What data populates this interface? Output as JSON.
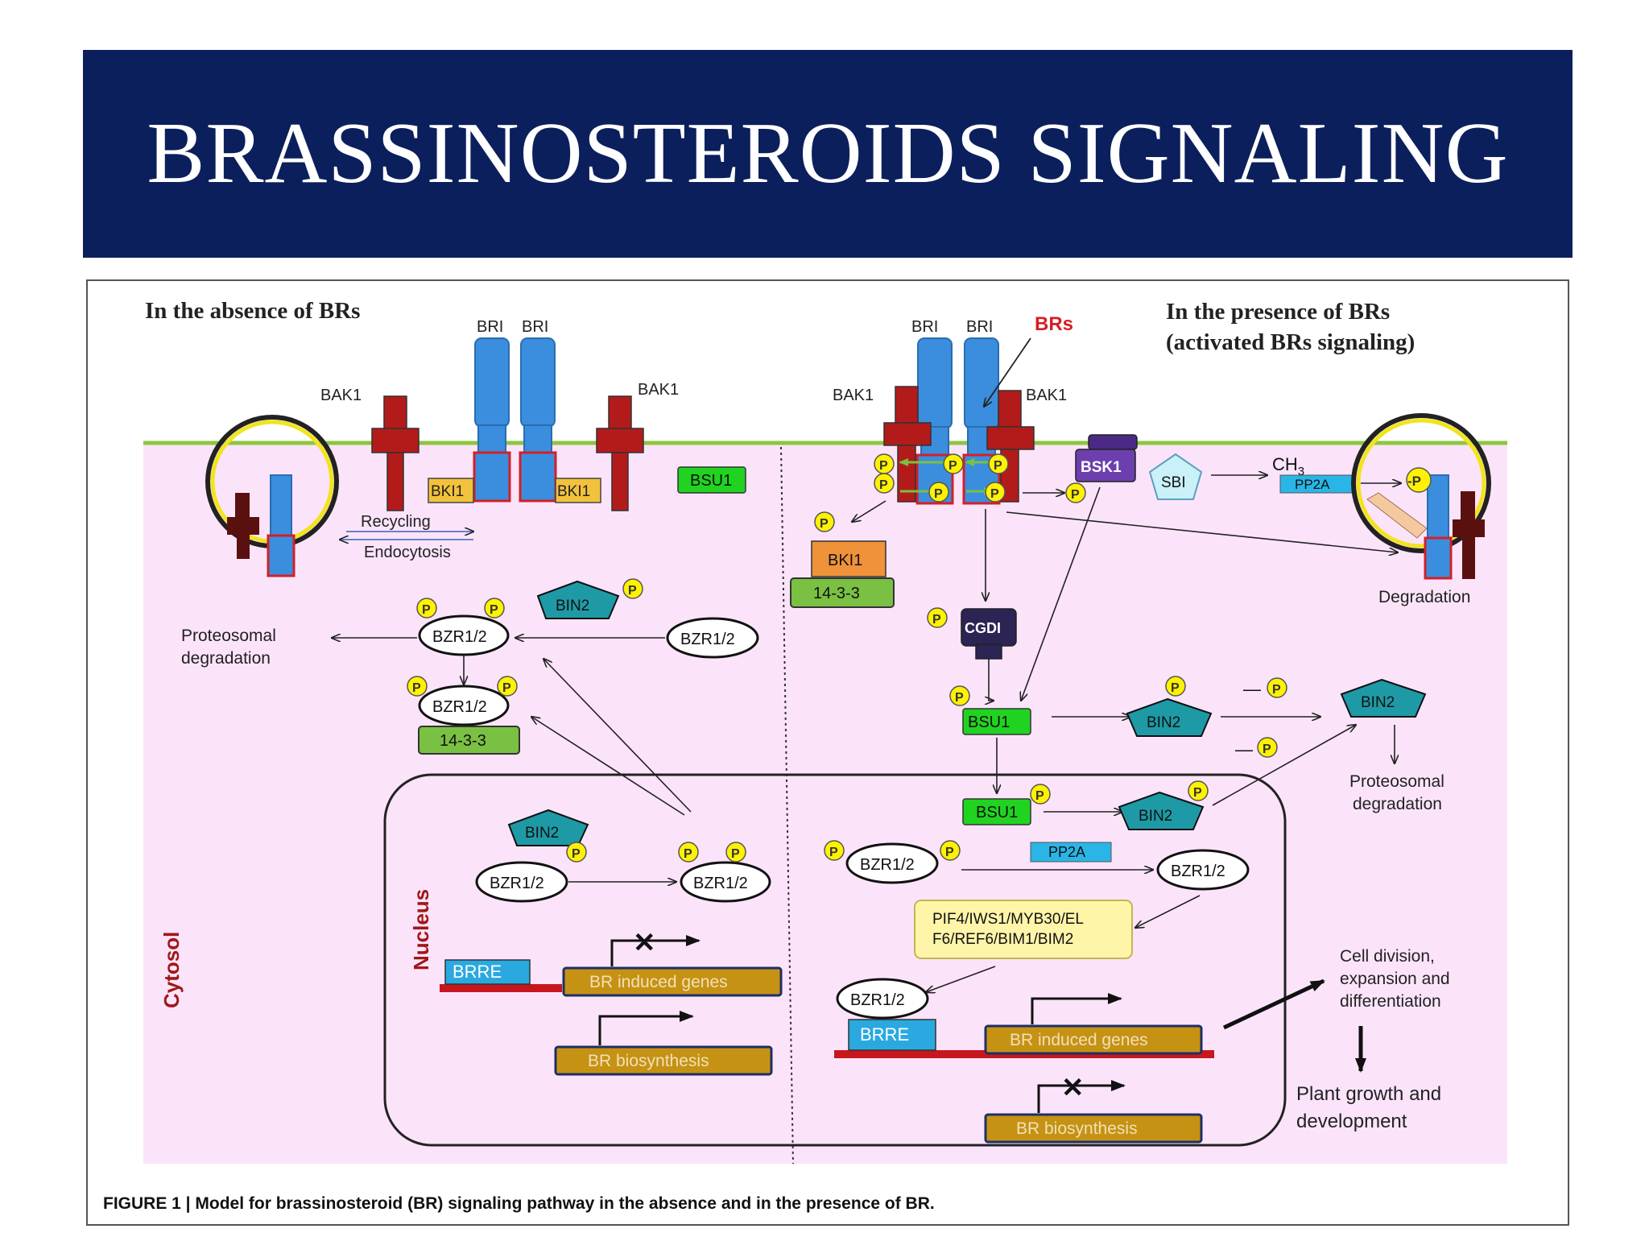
{
  "slide": {
    "title": "BRASSINOSTEROIDS SIGNALING"
  },
  "figure": {
    "caption": "FIGURE 1 | Model for brassinosteroid (BR) signaling pathway in the absence and in the presence of BR.",
    "left": {
      "heading": "In the absence of BRs",
      "bri_label": "BRI",
      "bak1_label": "BAK1",
      "bki1_label": "BKI1",
      "bsu1_label": "BSU1",
      "recycling": "Recycling",
      "endocytosis": "Endocytosis",
      "bin2": "BIN2",
      "bzr": "BZR1/2",
      "p": "P",
      "fourteen33": "14-3-3",
      "proteosomal_1": "Proteosomal",
      "proteosomal_2": "degradation",
      "nucleus": "Nucleus",
      "cytosol": "Cytosol",
      "brre": "BRRE",
      "br_induced": "BR induced genes",
      "br_biosynthesis": "BR biosynthesis"
    },
    "right": {
      "heading_1": "In the presence of BRs",
      "heading_2": "(activated BRs signaling)",
      "brs": "BRs",
      "bsk1": "BSK1",
      "sbi": "SBI",
      "ch3": "CH",
      "ch3_sub": "3",
      "pp2a": "PP2A",
      "minus_p": "-P",
      "degradation": "Degradation",
      "cgdi": "CGDI",
      "tf_line1": "PIF4/IWS1/MYB30/EL",
      "tf_line2": "F6/REF6/BIM1/BIM2",
      "cell_1": "Cell division,",
      "cell_2": "expansion and",
      "cell_3": "differentiation",
      "plant_1": "Plant growth and",
      "plant_2": "development",
      "minus": "—"
    }
  }
}
